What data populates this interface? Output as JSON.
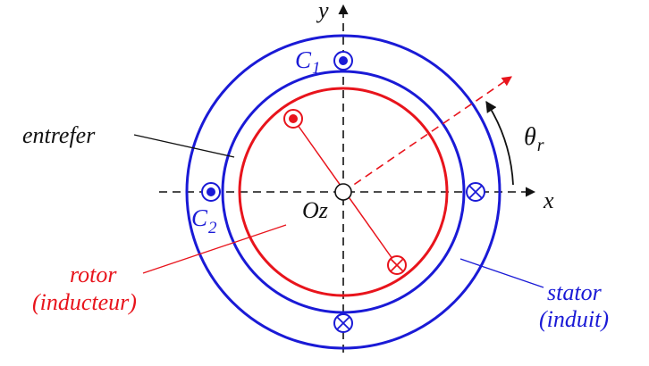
{
  "labels": {
    "y_axis": "y",
    "x_axis": "x",
    "origin": "Oz",
    "coil_1": "C",
    "coil_1_sub": "1",
    "coil_2": "C",
    "coil_2_sub": "2",
    "angle": "θ",
    "angle_sub": "r",
    "airgap": "entrefer",
    "rotor_line1": "rotor",
    "rotor_line2": "(inducteur)",
    "stator_line1": "stator",
    "stator_line2": "(induit)"
  },
  "colors": {
    "stator": "#1a1ad6",
    "rotor": "#e8141c",
    "axes": "#111111",
    "text": "#111111"
  }
}
